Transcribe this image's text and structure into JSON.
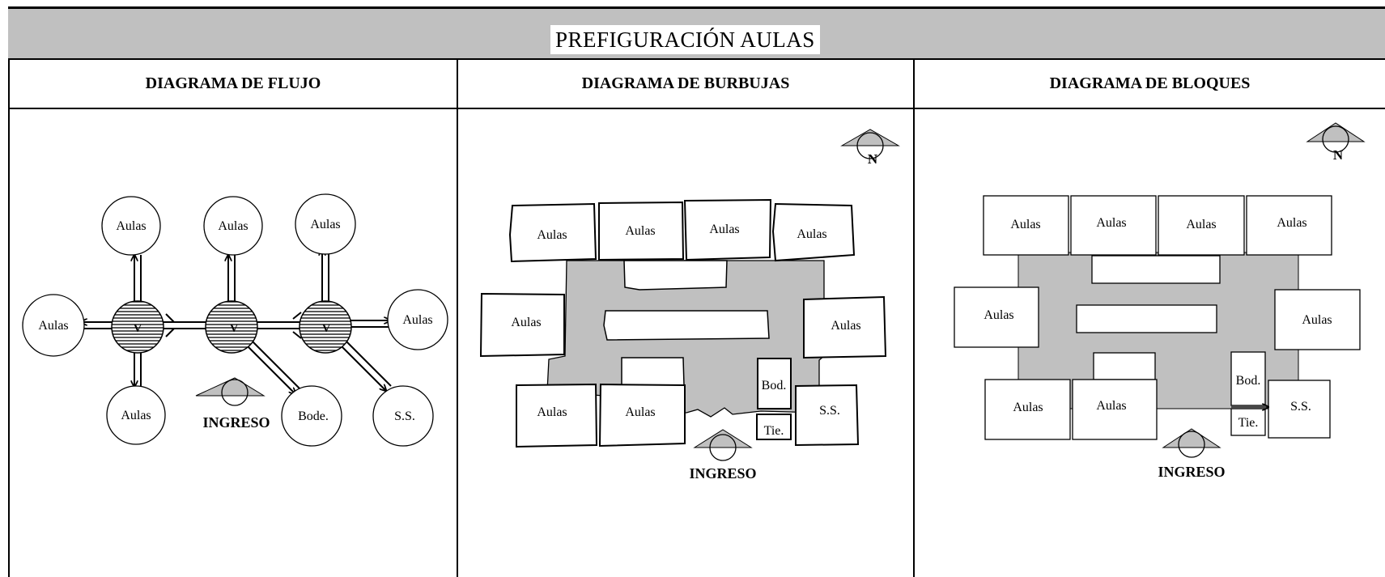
{
  "title": "PREFIGURACIÓN AULAS",
  "columns": [
    {
      "heading": "DIAGRAMA DE FLUJO"
    },
    {
      "heading": "DIAGRAMA DE BURBUJAS"
    },
    {
      "heading": "DIAGRAMA DE BLOQUES"
    }
  ],
  "labels": {
    "aulas": "Aulas",
    "ingreso": "INGRESO",
    "v": "V",
    "bode": "Bode.",
    "bod": "Bod.",
    "tie": "Tie.",
    "ss": "S.S.",
    "north": "N"
  },
  "colors": {
    "header": "#c0c0c0",
    "hall": "#c0c0c0",
    "line": "#000000"
  }
}
